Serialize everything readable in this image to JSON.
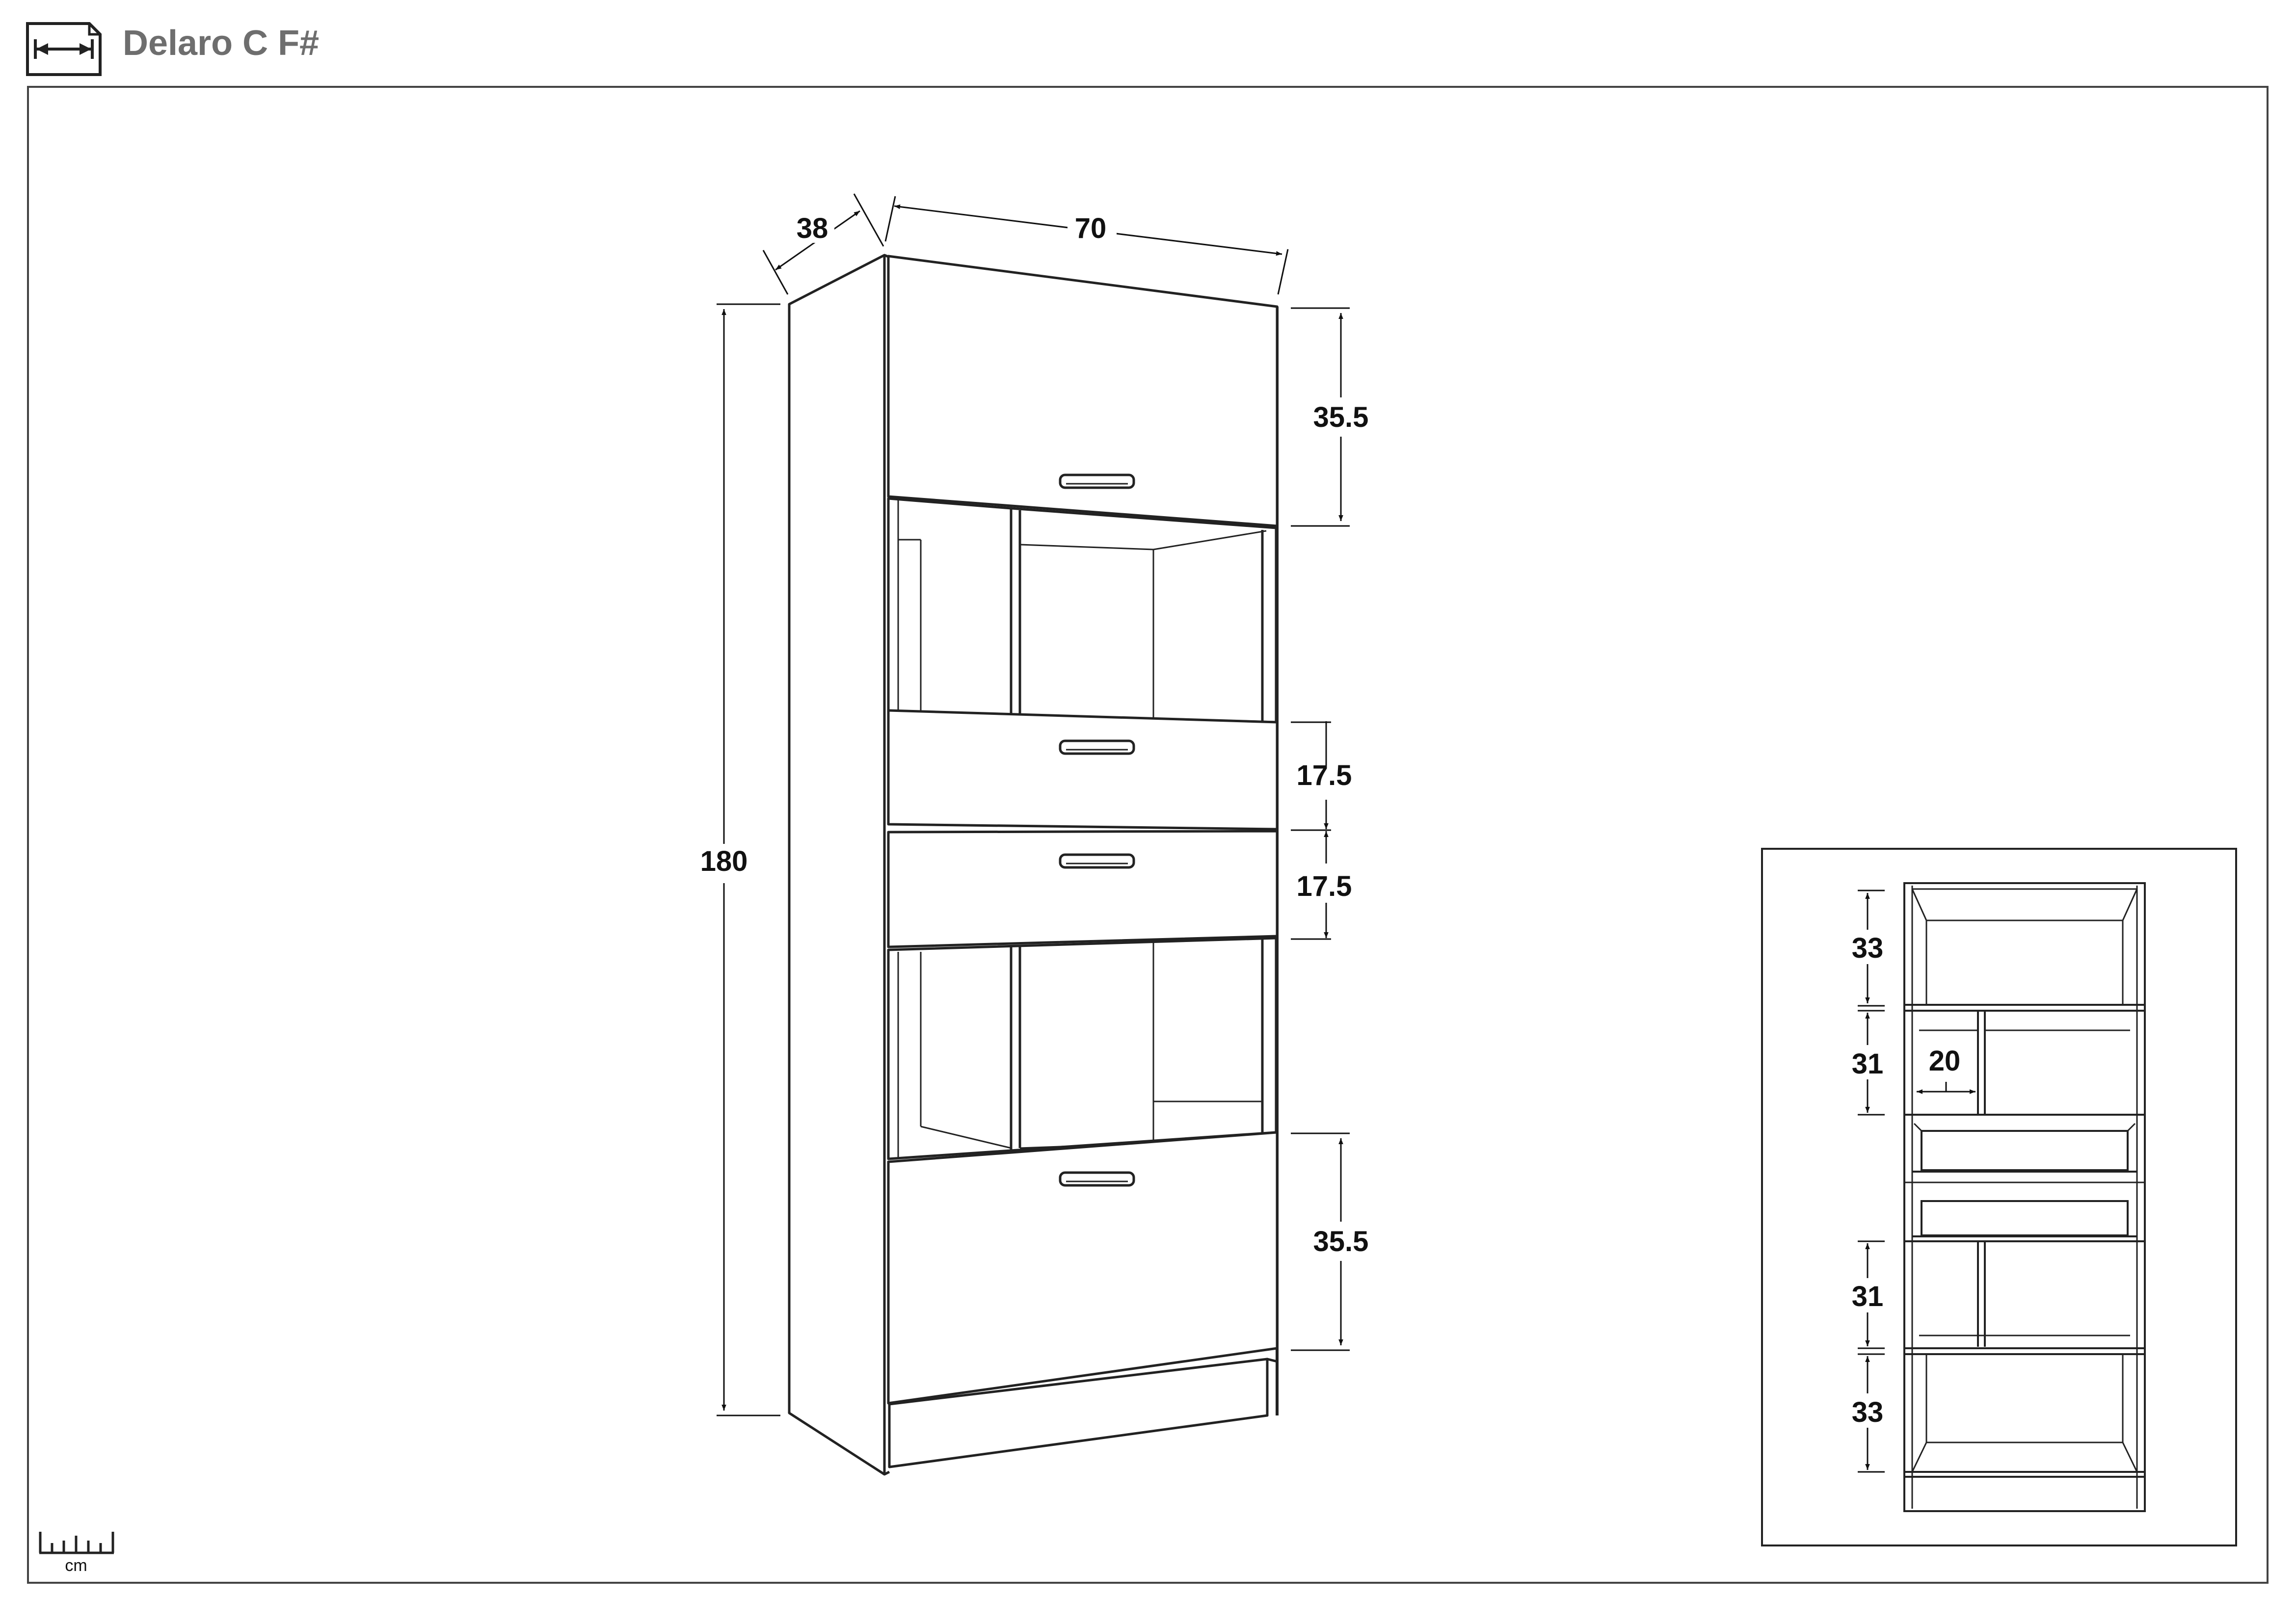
{
  "header": {
    "title": "Delaro C F#",
    "icon": "dimension-arrow-icon"
  },
  "dimensions": {
    "depth": "38",
    "width": "70",
    "height": "180",
    "top_front": "35.5",
    "drawer_1": "17.5",
    "drawer_2": "17.5",
    "bottom_front": "35.5"
  },
  "inset": {
    "top_compartment": "33",
    "upper_shelf": "31",
    "partition_width": "20",
    "lower_shelf": "31",
    "bottom_compartment": "33"
  },
  "scale": {
    "unit": "cm",
    "icon": "ruler-icon"
  }
}
